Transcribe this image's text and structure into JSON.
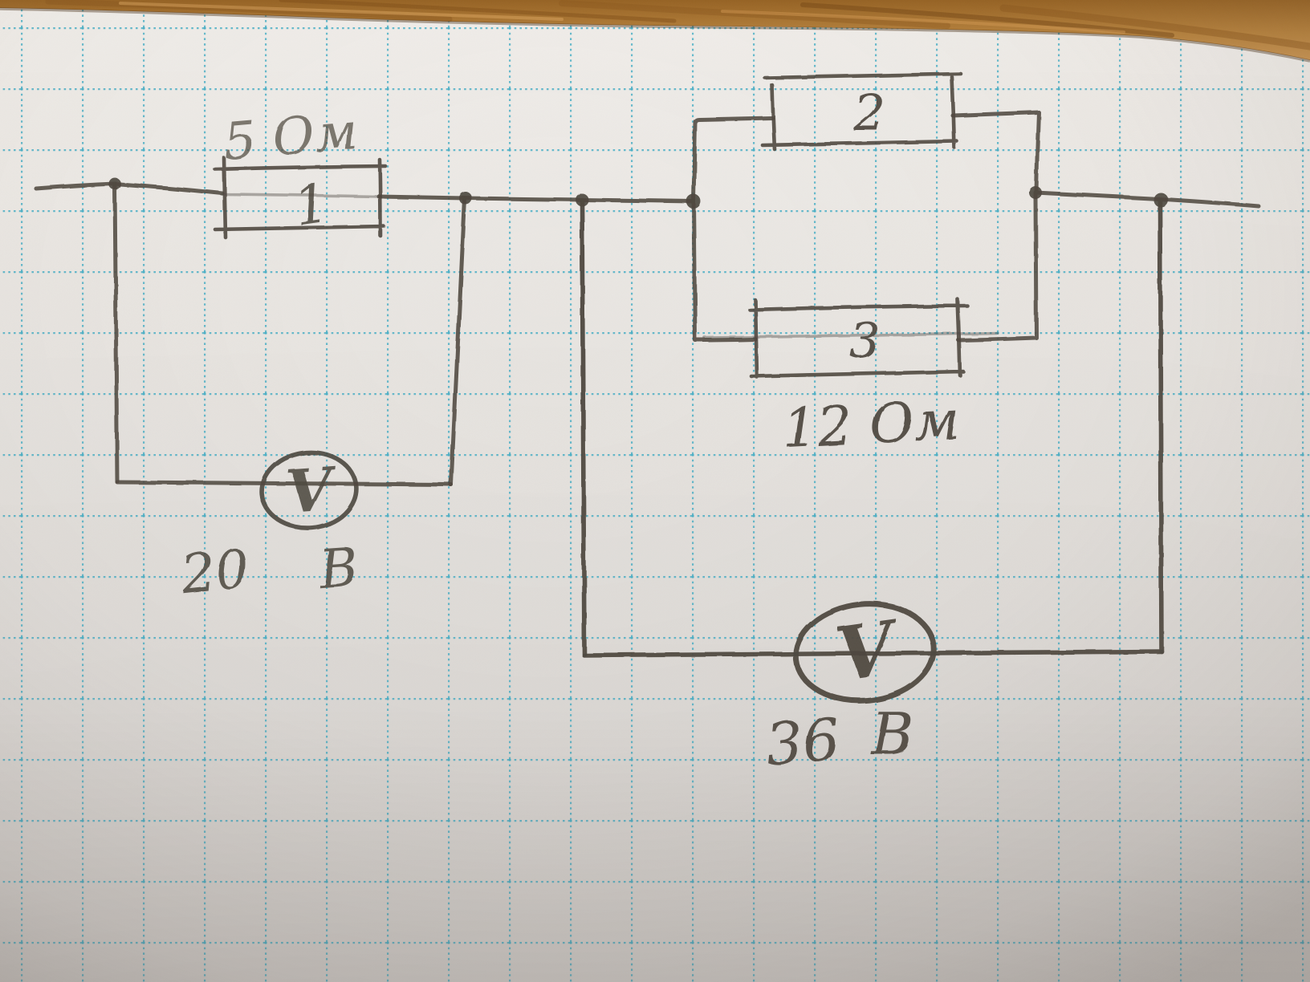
{
  "circuit": {
    "resistor1": {
      "number": "1",
      "resistance": "5 Ом"
    },
    "resistor2": {
      "number": "2"
    },
    "resistor3": {
      "number": "3",
      "resistance": "12 Ом"
    },
    "voltmeter1": {
      "symbol": "V",
      "value": "20",
      "unit": "В"
    },
    "voltmeter2": {
      "symbol": "V",
      "value": "36",
      "unit": "В"
    }
  },
  "colors": {
    "pencil": "#4b443c",
    "grid_line": "#3fadc6",
    "paper_light": "#f2efeb",
    "paper_dark": "#d7d4d1",
    "wood_light": "#c8924e",
    "wood_dark": "#95601f"
  }
}
